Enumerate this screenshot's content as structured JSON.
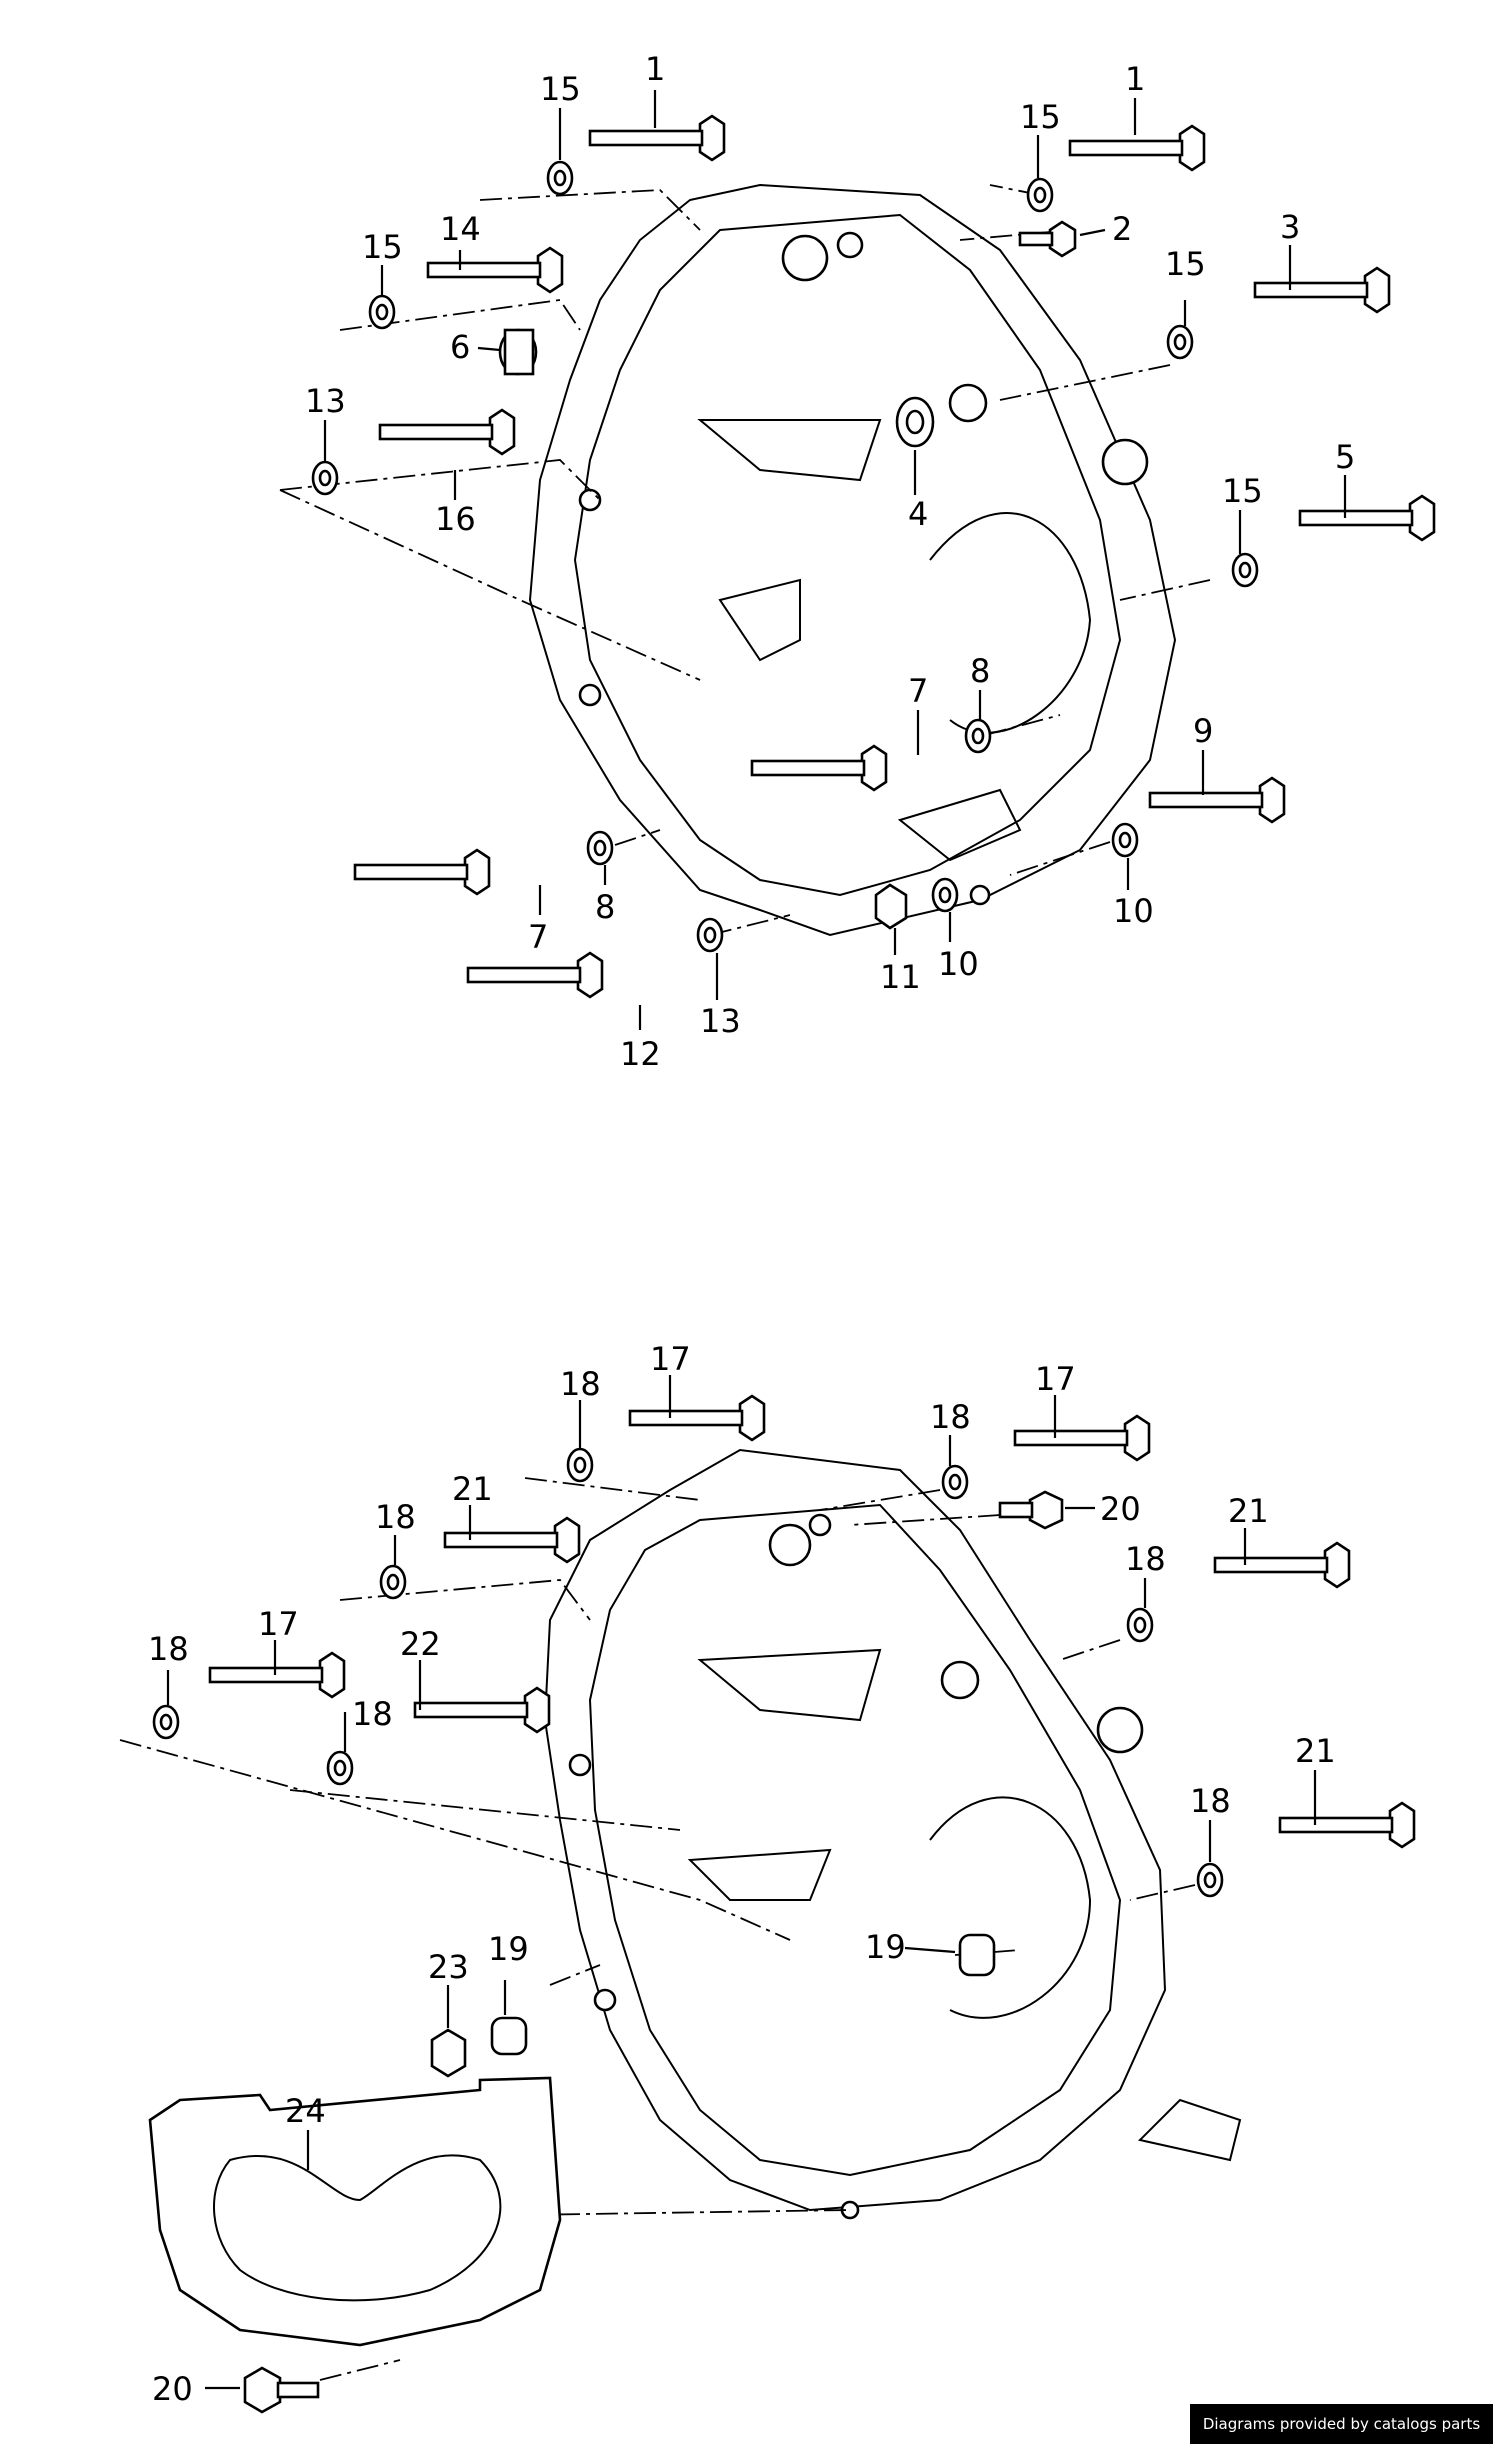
{
  "diagram": {
    "upper_callouts": [
      "1",
      "15",
      "1",
      "15",
      "2",
      "14",
      "15",
      "15",
      "3",
      "6",
      "13",
      "16",
      "4",
      "5",
      "15",
      "7",
      "8",
      "9",
      "8",
      "7",
      "10",
      "11",
      "10",
      "12",
      "13"
    ],
    "lower_callouts": [
      "17",
      "18",
      "17",
      "18",
      "20",
      "18",
      "21",
      "18",
      "21",
      "17",
      "18",
      "22",
      "18",
      "18",
      "21",
      "19",
      "23",
      "19",
      "24",
      "20"
    ]
  },
  "footer": {
    "credit": "Diagrams provided by catalogs parts"
  }
}
